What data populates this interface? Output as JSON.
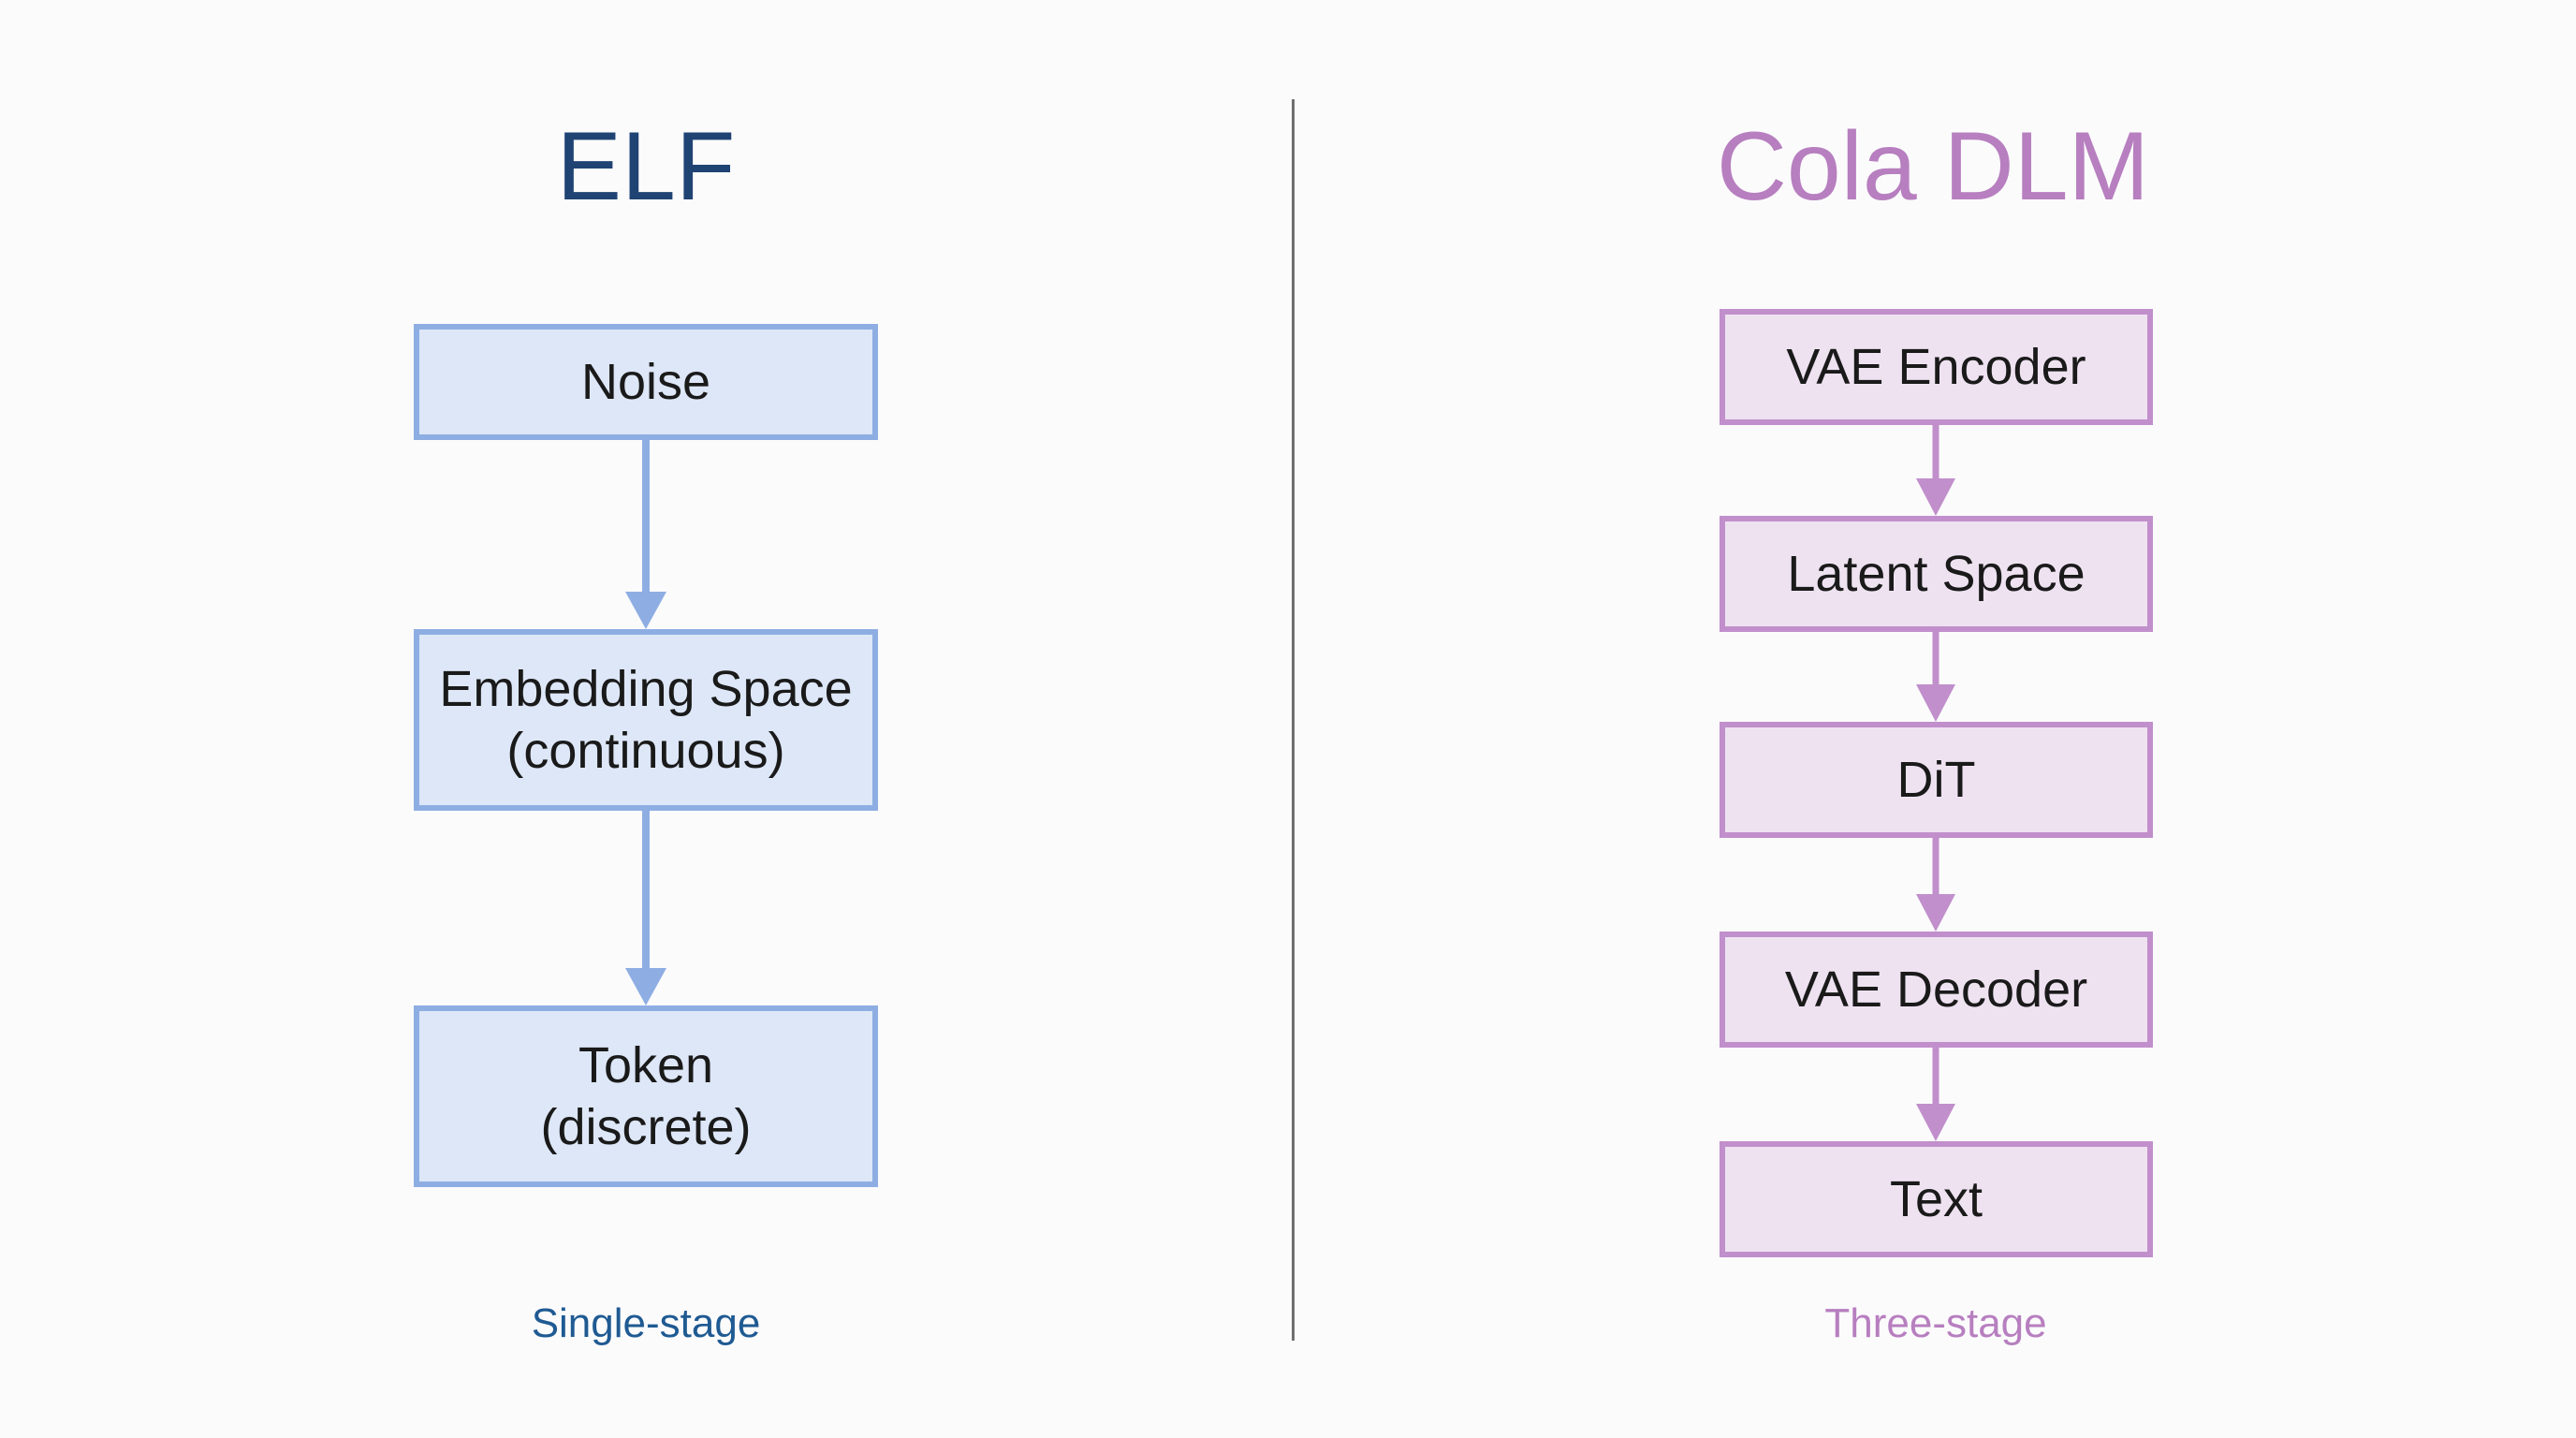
{
  "left": {
    "title": "ELF",
    "caption": "Single-stage",
    "boxes": [
      {
        "line1": "Noise",
        "line2": ""
      },
      {
        "line1": "Embedding Space",
        "line2": "(continuous)"
      },
      {
        "line1": "Token",
        "line2": "(discrete)"
      }
    ]
  },
  "right": {
    "title": "Cola DLM",
    "caption": "Three-stage",
    "boxes": [
      {
        "label": "VAE Encoder"
      },
      {
        "label": "Latent Space"
      },
      {
        "label": "DiT"
      },
      {
        "label": "VAE Decoder"
      },
      {
        "label": "Text"
      }
    ]
  },
  "colors": {
    "elf_title": "#1f4373",
    "elf_fill": "#dde7f7",
    "elf_border": "#8eaee3",
    "elf_caption": "#1f5a92",
    "cola_title": "#b77fbf",
    "cola_fill": "#eee2f1",
    "cola_border": "#c18fcb",
    "divider": "#6f6f6f"
  }
}
